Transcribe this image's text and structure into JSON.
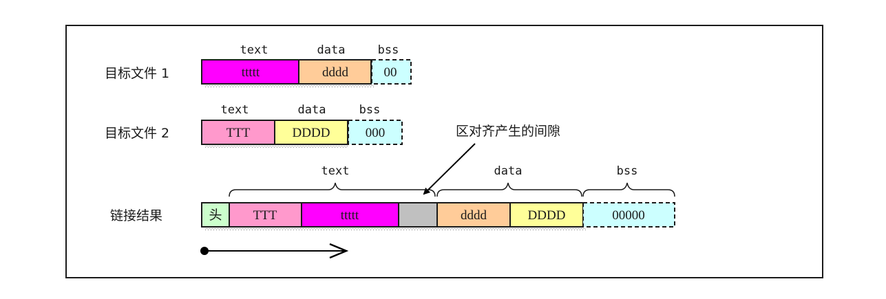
{
  "colors": {
    "magenta": "#ff00ff",
    "pink": "#ff99cc",
    "orange": "#ffcc99",
    "yellow": "#ffff99",
    "cyan": "#ccffff",
    "light_green": "#ccffcc",
    "gray": "#c0c0c0",
    "border": "#1a1a1a"
  },
  "rows": {
    "obj1": {
      "label": "目标文件 1",
      "section_names": {
        "text": "text",
        "data": "data",
        "bss": "bss"
      },
      "blocks": {
        "text": "ttttt",
        "data": "dddd",
        "bss": "00"
      }
    },
    "obj2": {
      "label": "目标文件 2",
      "section_names": {
        "text": "text",
        "data": "data",
        "bss": "bss"
      },
      "blocks": {
        "text": "TTT",
        "data": "DDDD",
        "bss": "000"
      }
    },
    "linked": {
      "label": "链接结果",
      "section_names": {
        "text": "text",
        "data": "data",
        "bss": "bss"
      },
      "blocks": {
        "header": "头",
        "text1": "TTT",
        "text2": "ttttt",
        "data1": "dddd",
        "data2": "DDDD",
        "bss": "00000"
      }
    }
  },
  "annotation": {
    "gap_label": "区对齐产生的间隙"
  }
}
